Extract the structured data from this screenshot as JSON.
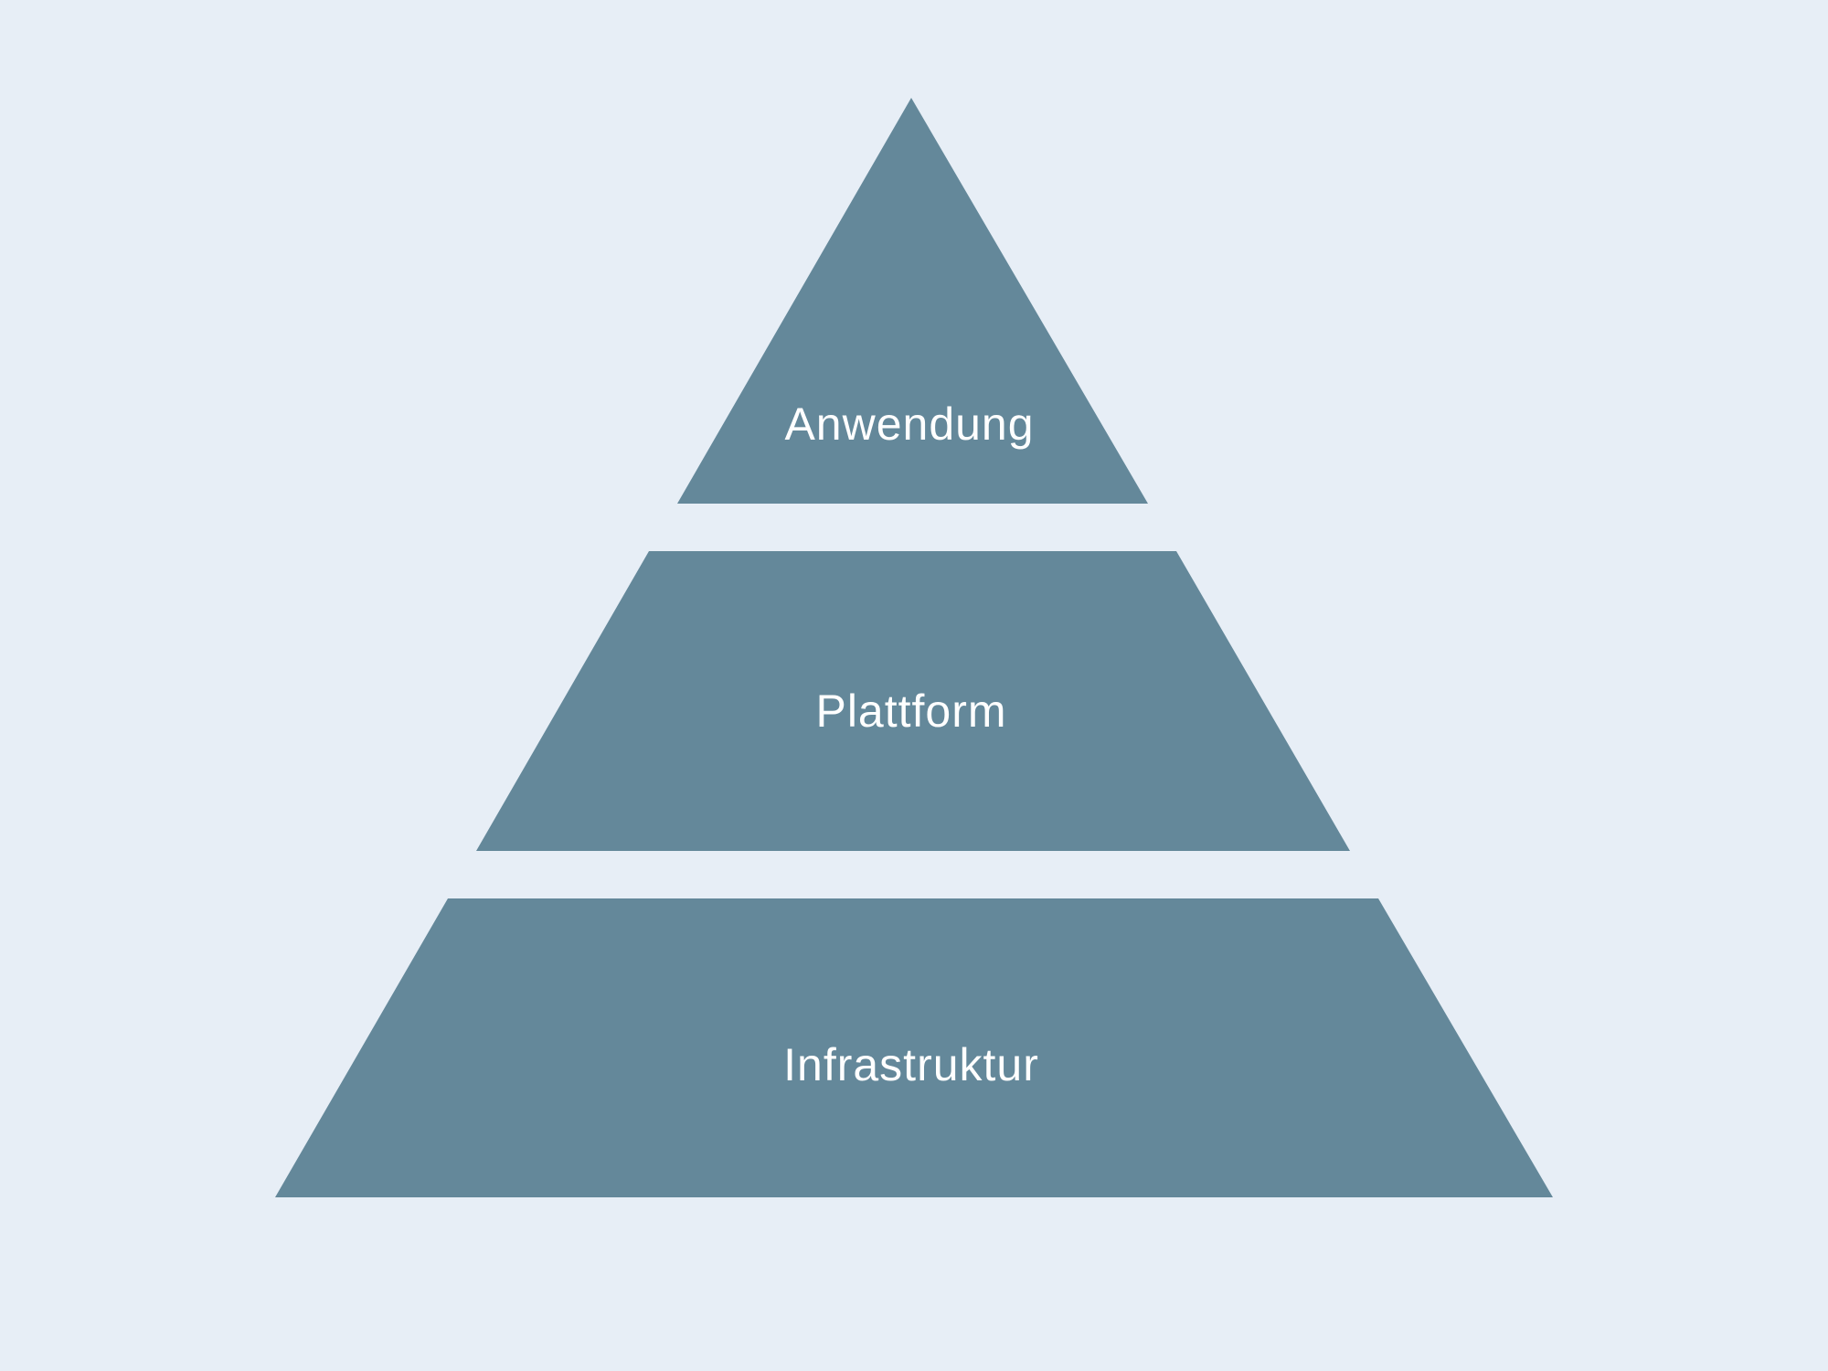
{
  "colors": {
    "background": "#e7eef6",
    "tier_fill": "#64889a",
    "label_text": "#ffffff"
  },
  "pyramid": {
    "tiers": [
      {
        "label": "Anwendung"
      },
      {
        "label": "Plattform"
      },
      {
        "label": "Infrastruktur"
      }
    ]
  }
}
